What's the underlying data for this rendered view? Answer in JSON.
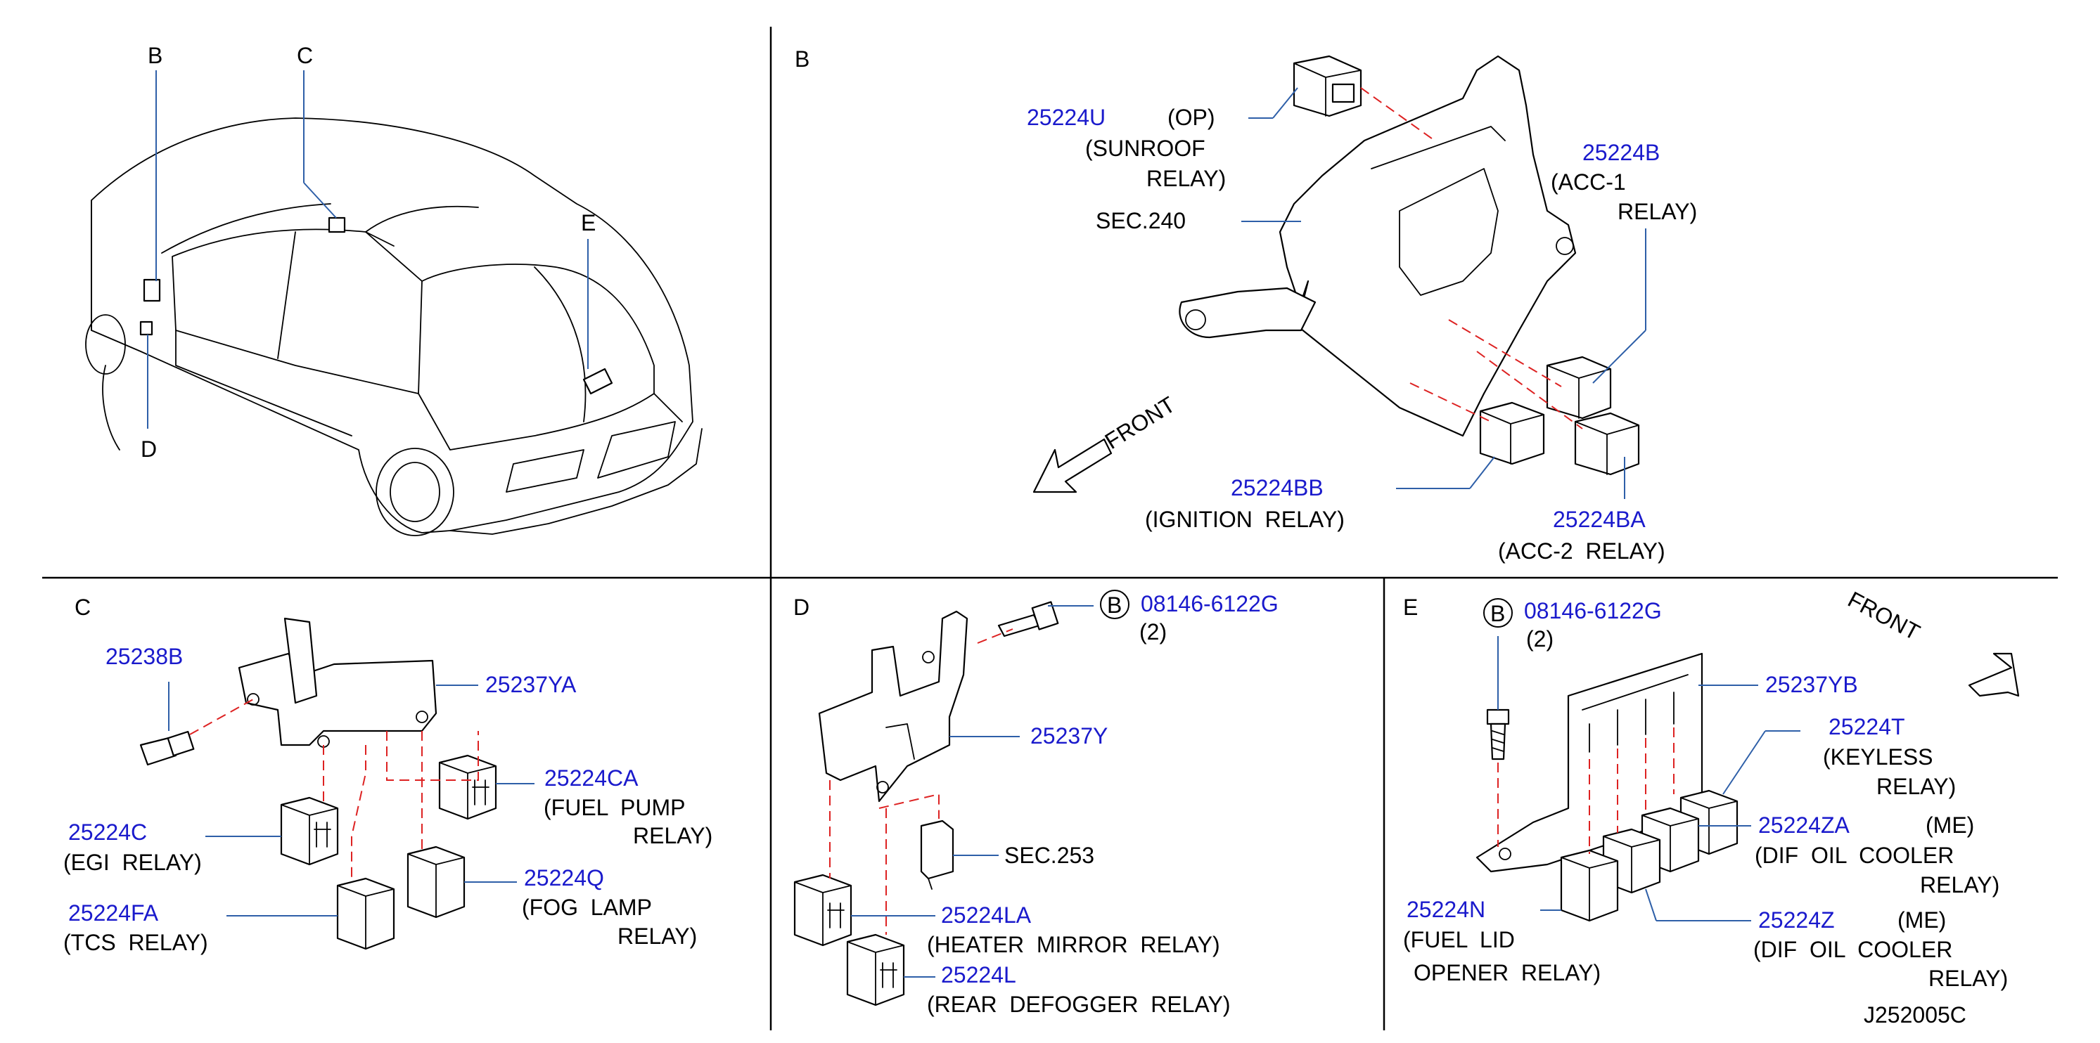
{
  "panels": {
    "overview": {
      "callouts": {
        "b": "B",
        "c": "C",
        "d": "D",
        "e": "E"
      }
    },
    "b": {
      "letter": "B",
      "sunroof": {
        "pn": "25224U",
        "l1": "(OP)",
        "l2": "(SUNROOF",
        "l3": "RELAY)"
      },
      "sec240": "SEC.240",
      "acc1": {
        "pn": "25224B",
        "l1": "(ACC-1",
        "l2": "RELAY)"
      },
      "front": "FRONT",
      "ignition": {
        "pn": "25224BB",
        "l1": "(IGNITION  RELAY)"
      },
      "acc2": {
        "pn": "25224BA",
        "l1": "(ACC-2  RELAY)"
      }
    },
    "c": {
      "letter": "C",
      "bolt": {
        "pn": "25238B"
      },
      "bracket": {
        "pn": "25237YA"
      },
      "fuelpump": {
        "pn": "25224CA",
        "l1": "(FUEL  PUMP",
        "l2": "RELAY)"
      },
      "egi": {
        "pn": "25224C",
        "l1": "(EGI  RELAY)"
      },
      "fog": {
        "pn": "25224Q",
        "l1": "(FOG  LAMP",
        "l2": "RELAY)"
      },
      "tcs": {
        "pn": "25224FA",
        "l1": "(TCS  RELAY)"
      }
    },
    "d": {
      "letter": "D",
      "bolt": {
        "mark": "B",
        "pn": "08146-6122G",
        "qty": "(2)"
      },
      "bracket": {
        "pn": "25237Y"
      },
      "sec253": "SEC.253",
      "heater": {
        "pn": "25224LA",
        "l1": "(HEATER  MIRROR  RELAY)"
      },
      "defogger": {
        "pn": "25224L",
        "l1": "(REAR  DEFOGGER  RELAY)"
      }
    },
    "e": {
      "letter": "E",
      "bolt": {
        "mark": "B",
        "pn": "08146-6122G",
        "qty": "(2)"
      },
      "front": "FRONT",
      "bracket": {
        "pn": "25237YB"
      },
      "keyless": {
        "pn": "25224T",
        "l1": "(KEYLESS",
        "l2": "RELAY)"
      },
      "difza": {
        "pn": "25224ZA",
        "me": "(ME)",
        "l1": "(DIF  OIL  COOLER",
        "l2": "RELAY)"
      },
      "fuellid": {
        "pn": "25224N",
        "l1": "(FUEL  LID",
        "l2": "OPENER  RELAY)"
      },
      "difz": {
        "pn": "25224Z",
        "me": "(ME)",
        "l1": "(DIF  OIL  COOLER",
        "l2": "RELAY)"
      },
      "code": "J252005C"
    }
  },
  "colors": {
    "part_number": "#1a1acc",
    "leader": "#2e5fa8",
    "dashed_guide": "#dd2222",
    "outline": "#000000"
  }
}
